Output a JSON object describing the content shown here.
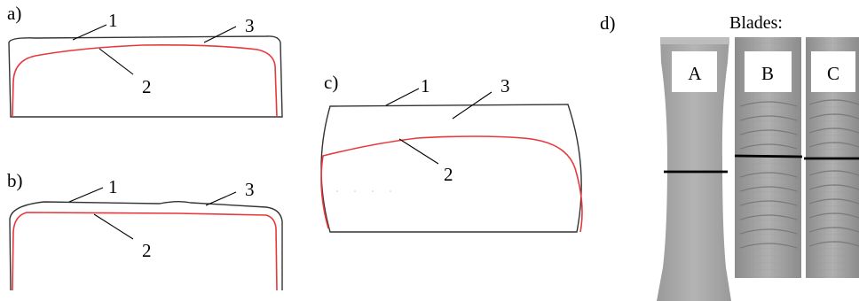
{
  "panels": {
    "a": {
      "label": "a)",
      "callouts": [
        "1",
        "2",
        "3"
      ]
    },
    "b": {
      "label": "b)",
      "callouts": [
        "1",
        "2",
        "3"
      ]
    },
    "c": {
      "label": "c)",
      "callouts": [
        "1",
        "2",
        "3"
      ]
    },
    "d": {
      "label": "d)",
      "title": "Blades:",
      "blades": [
        "A",
        "B",
        "C"
      ]
    }
  },
  "colors": {
    "outline": "#333333",
    "profile": "#e8383c",
    "blade_a": "#a9a9a9",
    "blade_bc": "#9d9d9d",
    "slice_line": "#000000"
  }
}
